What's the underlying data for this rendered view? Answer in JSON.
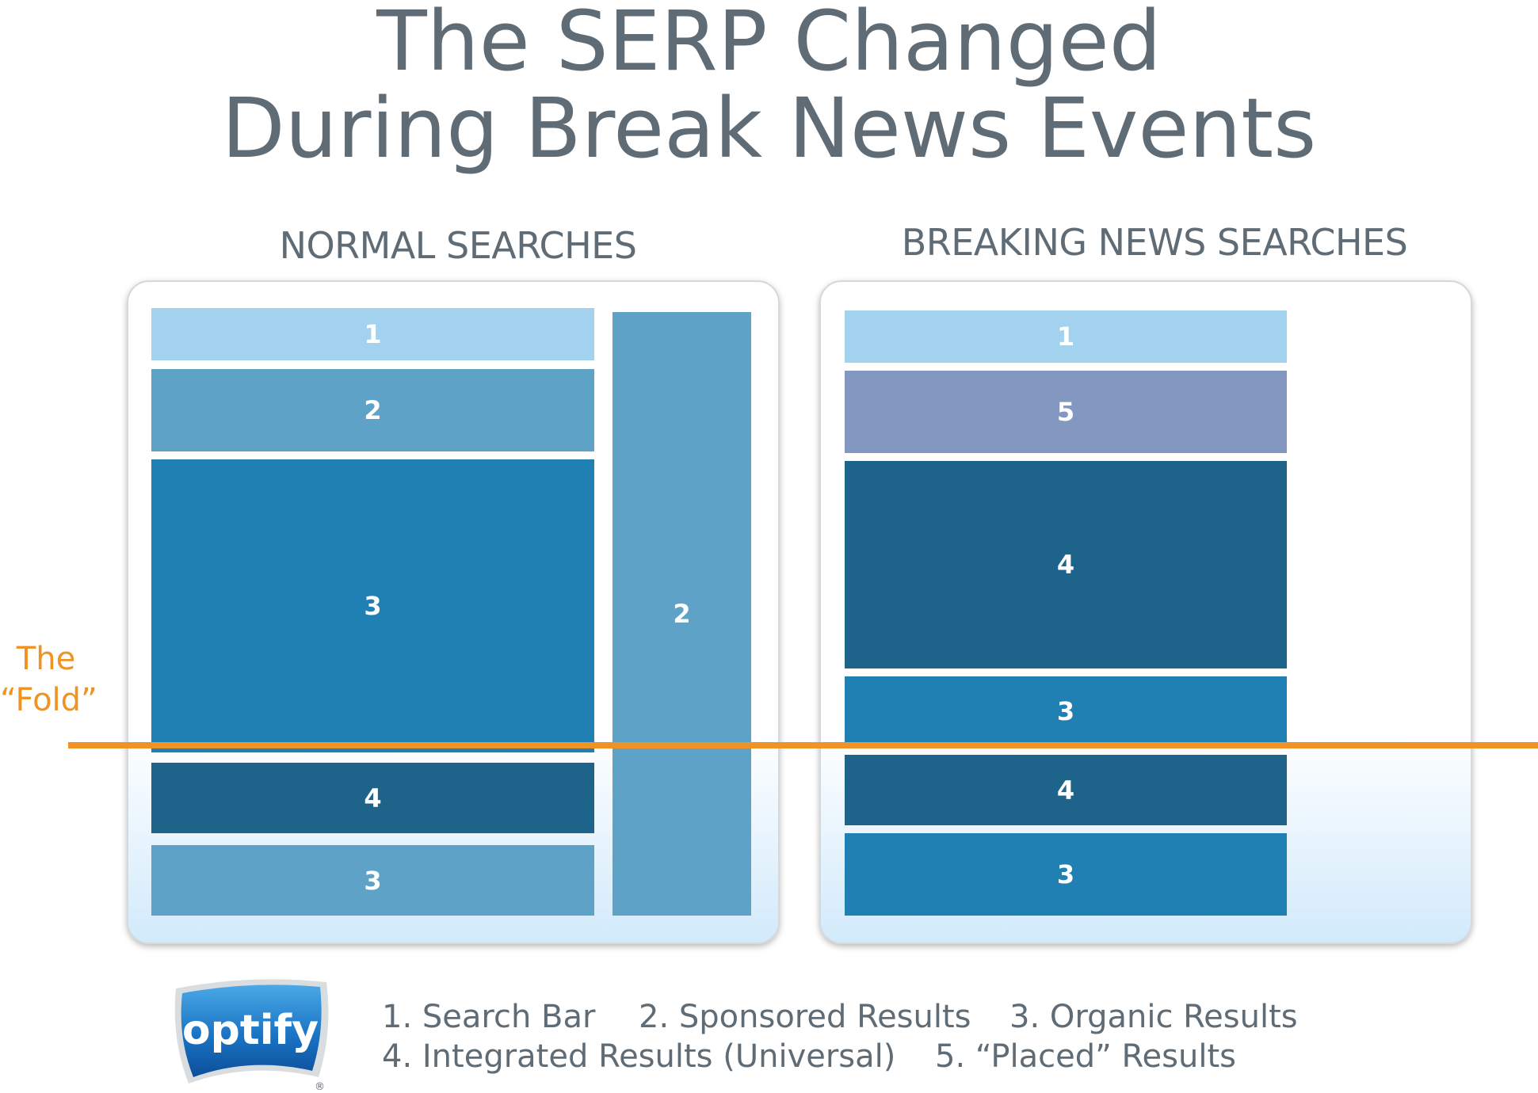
{
  "title": {
    "line1": "The SERP Changed",
    "line2": "During Break News Events"
  },
  "panels": {
    "normal": {
      "heading": "NORMAL SEARCHES",
      "blocks": [
        {
          "label": "1",
          "type": "1"
        },
        {
          "label": "2",
          "type": "2"
        },
        {
          "label": "3",
          "type": "3"
        },
        {
          "label": "4",
          "type": "4"
        },
        {
          "label": "3",
          "type": "2"
        },
        {
          "label": "2",
          "type": "2"
        }
      ]
    },
    "breaking": {
      "heading": "BREAKING NEWS SEARCHES",
      "blocks": [
        {
          "label": "1",
          "type": "1"
        },
        {
          "label": "5",
          "type": "5"
        },
        {
          "label": "4",
          "type": "4"
        },
        {
          "label": "3",
          "type": "3"
        },
        {
          "label": "4",
          "type": "4"
        },
        {
          "label": "3",
          "type": "3"
        }
      ]
    }
  },
  "fold": {
    "line1": "The",
    "line2": "“Fold”"
  },
  "legend": {
    "item1": "1. Search Bar",
    "item2": "2. Sponsored Results",
    "item3": "3. Organic Results",
    "item4": "4. Integrated Results (Universal)",
    "item5": "5. “Placed” Results"
  },
  "logo": {
    "text": "optify",
    "mark": "®"
  },
  "colors": {
    "search_bar": "#a2d2ee",
    "sponsored": "#5fa2c8",
    "organic": "#2180b3",
    "integrated": "#1e648a",
    "placed": "#8497c0",
    "fold": "#ef9326",
    "text": "#5f6b75"
  }
}
